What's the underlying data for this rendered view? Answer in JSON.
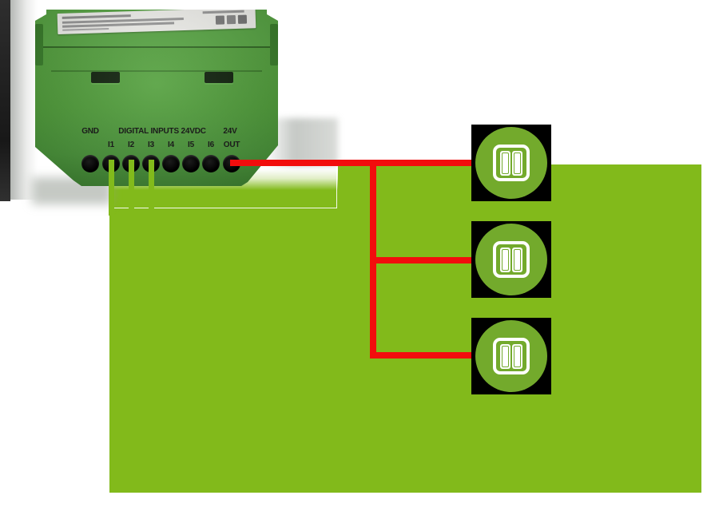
{
  "device": {
    "name": "digital-input-module",
    "terminal_labels": {
      "gnd": "GND",
      "digital_inputs_group": "DIGITAL INPUTS 24VDC",
      "v24": "24V",
      "out": "OUT",
      "inputs": [
        "I1",
        "I2",
        "I3",
        "I4",
        "I5",
        "I6"
      ]
    },
    "terminal_count": 8
  },
  "wiring": {
    "red_wire_source": "OUT",
    "green_wire_inputs": [
      "I1",
      "I2",
      "I3"
    ],
    "switch_count": 3
  },
  "icons": {
    "switch": "double-rocker-light-switch-icon"
  },
  "colors": {
    "panel_green": "#82ba1b",
    "circle_green": "#73aa2c",
    "wire_red": "#f20d0d",
    "module_green": "#4f9d39",
    "icon_matte": "#000000",
    "background": "#ffffff"
  }
}
